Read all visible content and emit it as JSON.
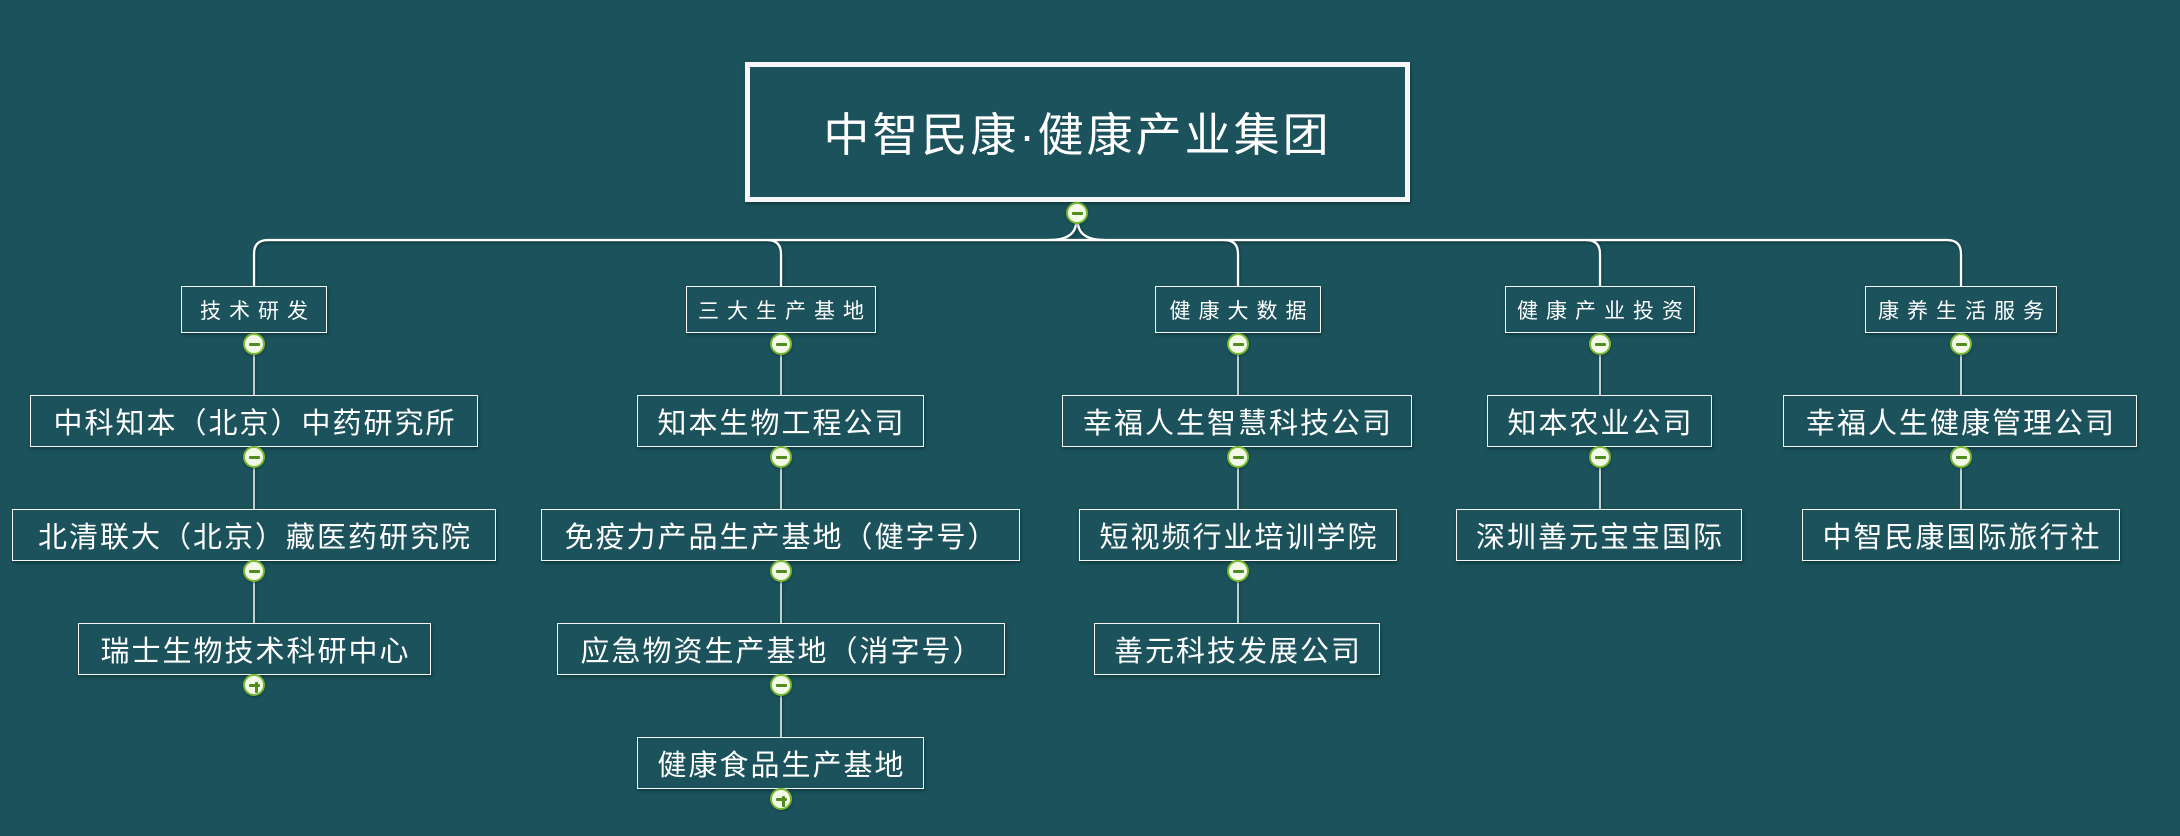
{
  "root": {
    "title": "中智民康·健康产业集团"
  },
  "branches": [
    {
      "label": "技术研发",
      "children": [
        "中科知本（北京）中药研究所",
        "北清联大（北京）藏医药研究院",
        "瑞士生物技术科研中心"
      ]
    },
    {
      "label": "三大生产基地",
      "children": [
        "知本生物工程公司",
        "免疫力产品生产基地（健字号）",
        "应急物资生产基地（消字号）",
        "健康食品生产基地"
      ]
    },
    {
      "label": "健康大数据",
      "children": [
        "幸福人生智慧科技公司",
        "短视频行业培训学院",
        "善元科技发展公司"
      ]
    },
    {
      "label": "健康产业投资",
      "children": [
        "知本农业公司",
        "深圳善元宝宝国际"
      ]
    },
    {
      "label": "康养生活服务",
      "children": [
        "幸福人生健康管理公司",
        "中智民康国际旅行社"
      ]
    }
  ],
  "icons": {
    "collapse": "minus-circle",
    "expand": "plus-circle"
  },
  "colors": {
    "background": "#1b525b",
    "line": "#ffffff",
    "node_border": "#f7f7f7",
    "node_text": "#ffffff",
    "toggle_ring": "#79b72e",
    "toggle_fill": "#f2f9e9",
    "toggle_symbol": "#4f8c1d"
  }
}
